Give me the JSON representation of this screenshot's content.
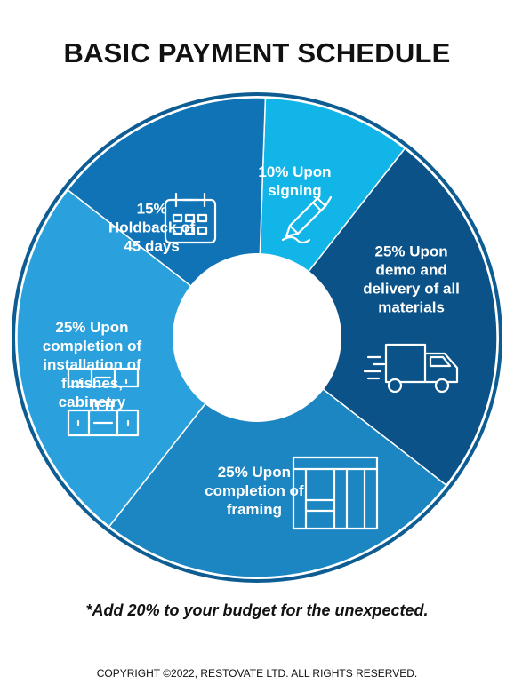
{
  "title": "BASIC PAYMENT SCHEDULE",
  "footnote": "*Add 20% to your budget for the unexpected.",
  "copyright": "COPYRIGHT ©2022, RESTOVATE LTD. ALL RIGHTS RESERVED.",
  "colors": {
    "ring_border": "#0d5d93",
    "seg_signing": "#12b5e8",
    "seg_demo": "#0b5288",
    "seg_framing": "#1b86c2",
    "seg_finishes": "#2aa0dc",
    "seg_holdback": "#0f73b6"
  },
  "chart_data": {
    "type": "pie",
    "title": "BASIC PAYMENT SCHEDULE",
    "slices": [
      {
        "value": 10,
        "label_lines": [
          "10% Upon",
          "signing"
        ],
        "color": "#12b5e8",
        "icon": "pen-icon"
      },
      {
        "value": 25,
        "label_lines": [
          "25% Upon",
          "demo and",
          "delivery of all",
          "materials"
        ],
        "color": "#0b5288",
        "icon": "delivery-truck-icon"
      },
      {
        "value": 25,
        "label_lines": [
          "25% Upon",
          "completion of",
          "framing"
        ],
        "color": "#1b86c2",
        "icon": "wall-framing-icon"
      },
      {
        "value": 25,
        "label_lines": [
          "25% Upon",
          "completion of",
          "installation of",
          "finishes,",
          "cabinetry"
        ],
        "color": "#2aa0dc",
        "icon": "kitchen-cabinet-icon"
      },
      {
        "value": 15,
        "label_lines": [
          "15%",
          "Holdback of",
          "45 days"
        ],
        "color": "#0f73b6",
        "icon": "calendar-icon"
      }
    ]
  }
}
